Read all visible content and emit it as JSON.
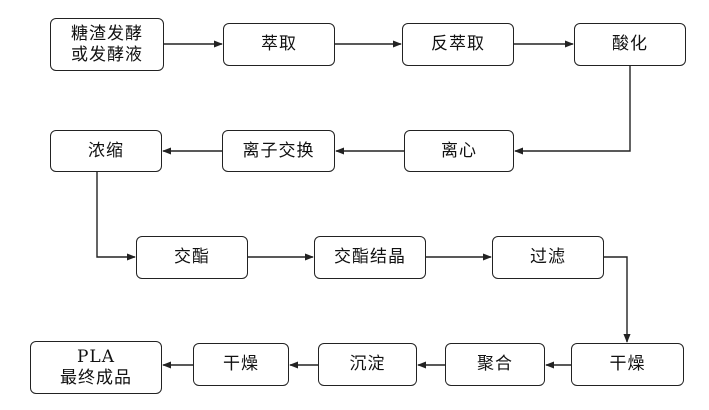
{
  "diagram": {
    "nodes": [
      {
        "id": "n1",
        "label": "糖渣发酵\n或发酵液"
      },
      {
        "id": "n2",
        "label": "萃取"
      },
      {
        "id": "n3",
        "label": "反萃取"
      },
      {
        "id": "n4",
        "label": "酸化"
      },
      {
        "id": "n5",
        "label": "离心"
      },
      {
        "id": "n6",
        "label": "离子交换"
      },
      {
        "id": "n7",
        "label": "浓缩"
      },
      {
        "id": "n8",
        "label": "交酯"
      },
      {
        "id": "n9",
        "label": "交酯结晶"
      },
      {
        "id": "n10",
        "label": "过滤"
      },
      {
        "id": "n11",
        "label": "干燥"
      },
      {
        "id": "n12",
        "label": "聚合"
      },
      {
        "id": "n13",
        "label": "沉淀"
      },
      {
        "id": "n14",
        "label": "干燥"
      },
      {
        "id": "n15",
        "label": "PLA\n最终成品"
      }
    ],
    "edges": [
      [
        "n1",
        "n2"
      ],
      [
        "n2",
        "n3"
      ],
      [
        "n3",
        "n4"
      ],
      [
        "n4",
        "n5"
      ],
      [
        "n5",
        "n6"
      ],
      [
        "n6",
        "n7"
      ],
      [
        "n7",
        "n8"
      ],
      [
        "n8",
        "n9"
      ],
      [
        "n9",
        "n10"
      ],
      [
        "n10",
        "n11"
      ],
      [
        "n11",
        "n12"
      ],
      [
        "n12",
        "n13"
      ],
      [
        "n13",
        "n14"
      ],
      [
        "n14",
        "n15"
      ]
    ],
    "line_color": "#222222"
  }
}
